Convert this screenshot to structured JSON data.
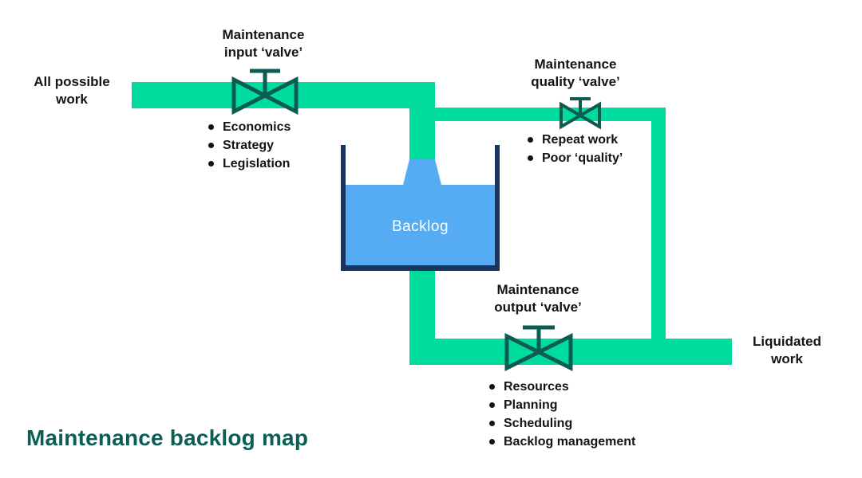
{
  "title": "Maintenance backlog map",
  "colors": {
    "pipe": "#00dc9e",
    "valve": "#0d5c53",
    "tank_outline": "#17355e",
    "liquid": "#55acf2",
    "title": "#0b5e55",
    "text": "#141414"
  },
  "nodes": {
    "all_possible_work": {
      "line1": "All possible",
      "line2": "work"
    },
    "input_valve": {
      "line1": "Maintenance",
      "line2": "input ‘valve’"
    },
    "quality_valve": {
      "line1": "Maintenance",
      "line2": "quality ‘valve’"
    },
    "output_valve": {
      "line1": "Maintenance",
      "line2": "output ‘valve’"
    },
    "liquidated_work": {
      "line1": "Liquidated",
      "line2": "work"
    },
    "backlog_tank": {
      "label": "Backlog"
    }
  },
  "lists": {
    "input_factors": [
      "Economics",
      "Strategy",
      "Legislation"
    ],
    "quality_factors": [
      "Repeat work",
      "Poor ‘quality’"
    ],
    "output_factors": [
      "Resources",
      "Planning",
      "Scheduling",
      "Backlog management"
    ]
  }
}
